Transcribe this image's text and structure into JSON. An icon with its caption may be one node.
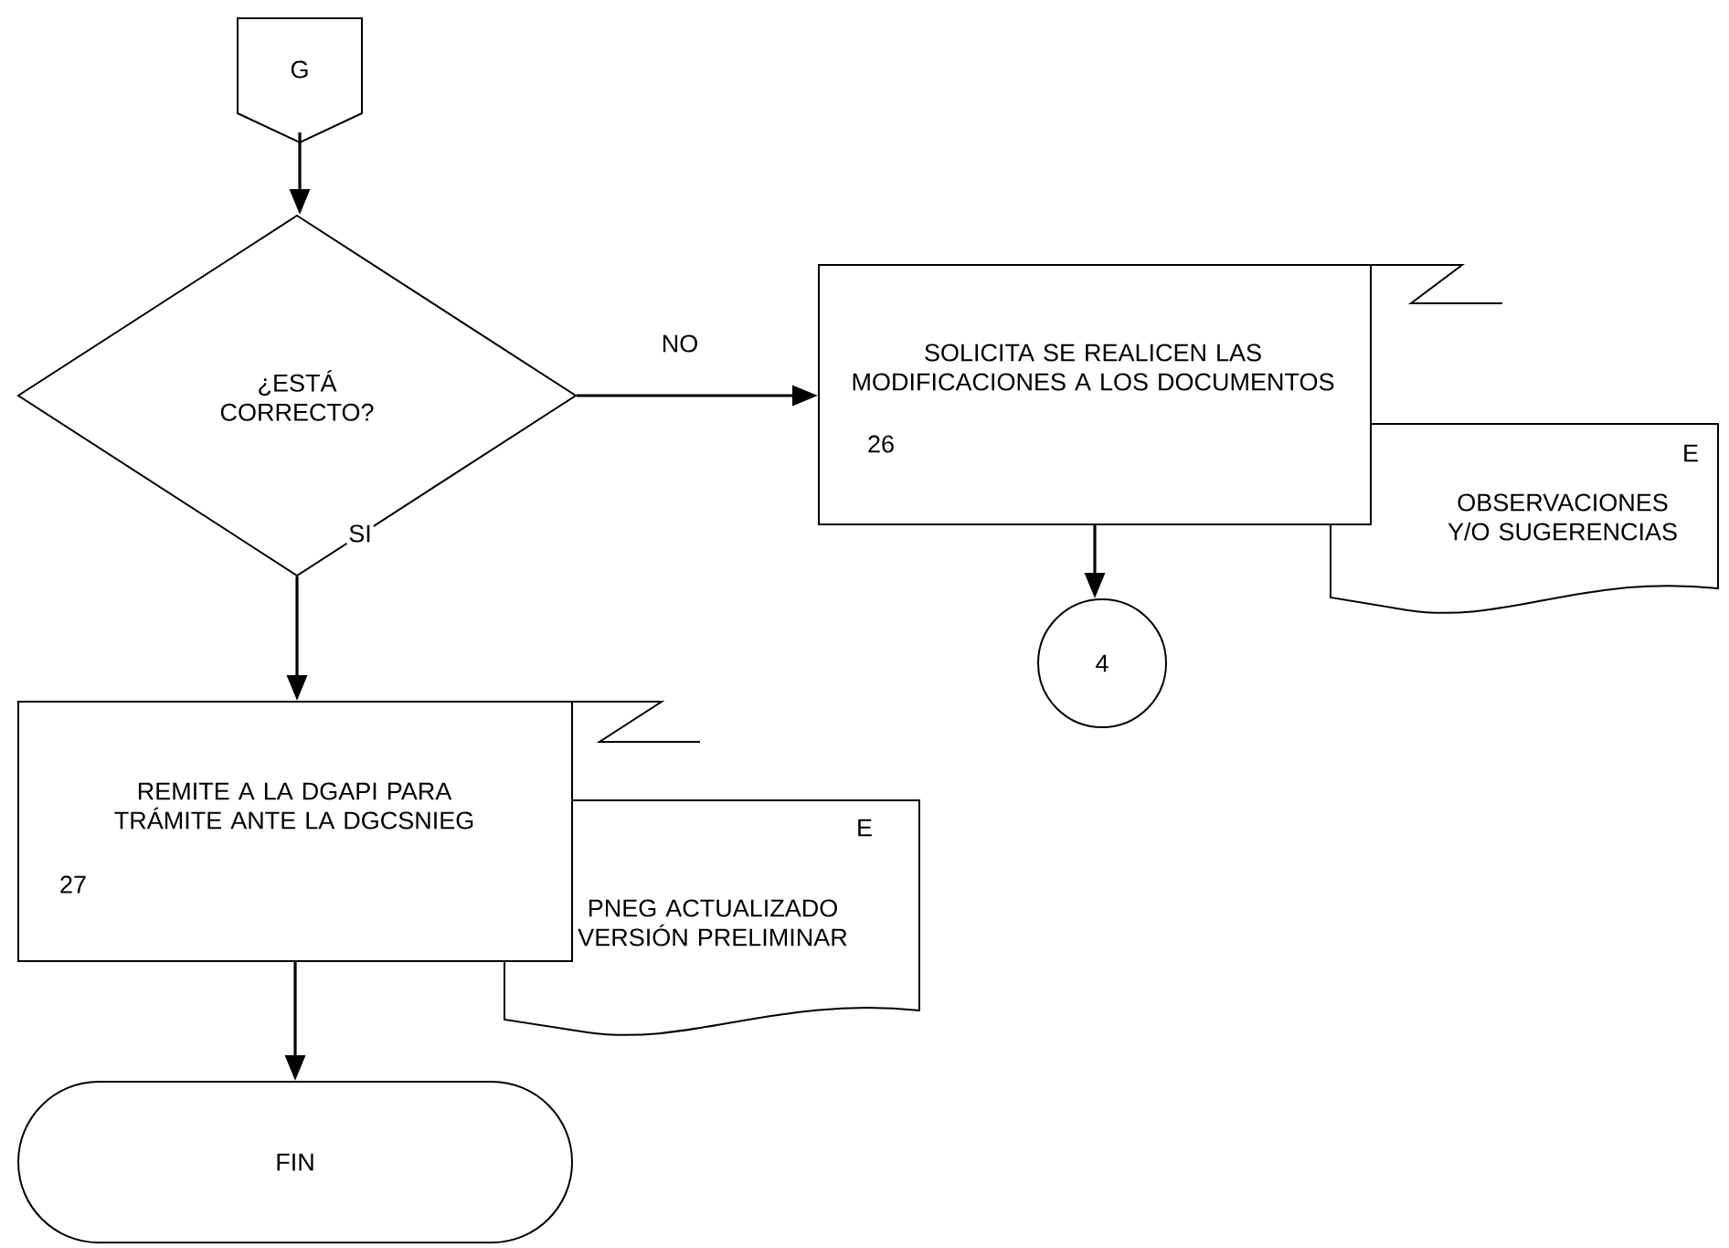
{
  "diagram": {
    "nodes": [
      {
        "text": [
          "G"
        ]
      },
      {
        "text": [
          "¿ESTÁ CORRECTO?"
        ]
      },
      {
        "text": [
          "SOLICITA SE REALICEN LAS MODIFICACIONES A LOS DOCUMENTOS",
          "26"
        ]
      },
      {
        "text": [
          "E",
          "OBSERVACIONES Y/O SUGERENCIAS"
        ]
      },
      {
        "text": [
          "4"
        ]
      },
      {
        "text": [
          "REMITE A LA DGAPI PARA TRÁMITE ANTE LA DGCSNIEG",
          "27"
        ]
      },
      {
        "text": [
          "E",
          "PNEG ACTUALIZADO VERSIÓN PRELIMINAR"
        ]
      },
      {
        "text": [
          "FIN"
        ]
      }
    ],
    "edges": [
      {
        "from": 0,
        "to": 1,
        "arrow": "to"
      },
      {
        "from": 1,
        "to": 2,
        "arrow": "to",
        "label": "NO"
      },
      {
        "from": 1,
        "to": 5,
        "arrow": "to",
        "label": "SI"
      },
      {
        "from": 2,
        "to": 4,
        "arrow": "to"
      },
      {
        "from": 5,
        "to": 7,
        "arrow": "to"
      }
    ]
  }
}
